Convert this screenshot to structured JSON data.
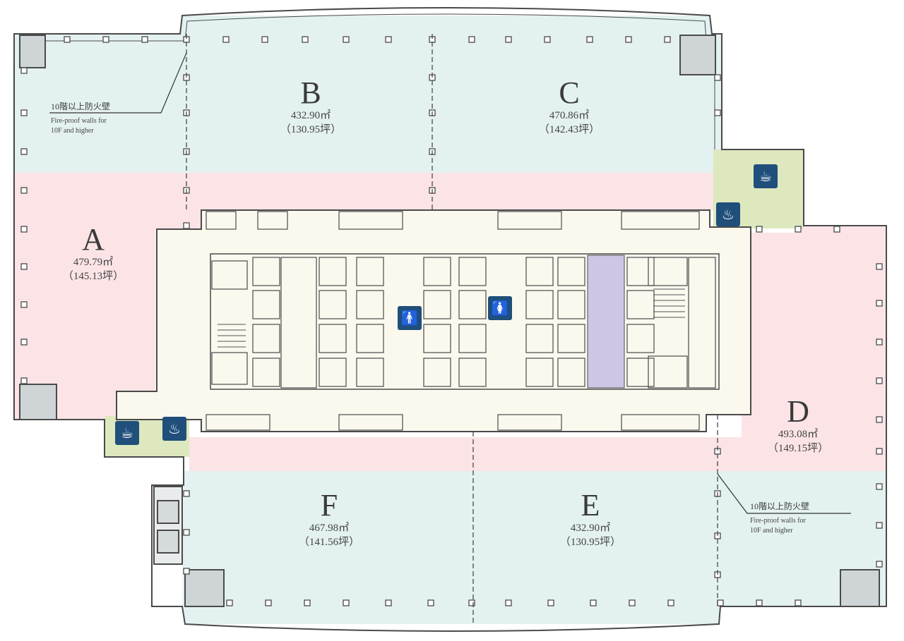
{
  "units": [
    {
      "id": "A",
      "area_m2": "479.79㎡",
      "area_tsubo": "（145.13坪）"
    },
    {
      "id": "B",
      "area_m2": "432.90㎡",
      "area_tsubo": "（130.95坪）"
    },
    {
      "id": "C",
      "area_m2": "470.86㎡",
      "area_tsubo": "（142.43坪）"
    },
    {
      "id": "D",
      "area_m2": "493.08㎡",
      "area_tsubo": "（149.15坪）"
    },
    {
      "id": "E",
      "area_m2": "432.90㎡",
      "area_tsubo": "（130.95坪）"
    },
    {
      "id": "F",
      "area_m2": "467.98㎡",
      "area_tsubo": "（141.56坪）"
    }
  ],
  "notes": {
    "firewall_jp": "10階以上防火壁",
    "firewall_en_1": "Fire-proof walls for",
    "firewall_en_2": "10F and higher"
  },
  "colors": {
    "office_blue": "#e4f1f1",
    "office_pink": "#fbe3e6",
    "core": "#fbf8ee",
    "utility_green": "#dde8bf",
    "elevator_purple": "#cfc6e6",
    "icon_navy": "#1f4f7a",
    "wall": "#4a4a4a"
  },
  "icons": [
    "restroom-male-icon",
    "restroom-female-icon",
    "kitchenette-icon",
    "smoking-room-icon"
  ]
}
